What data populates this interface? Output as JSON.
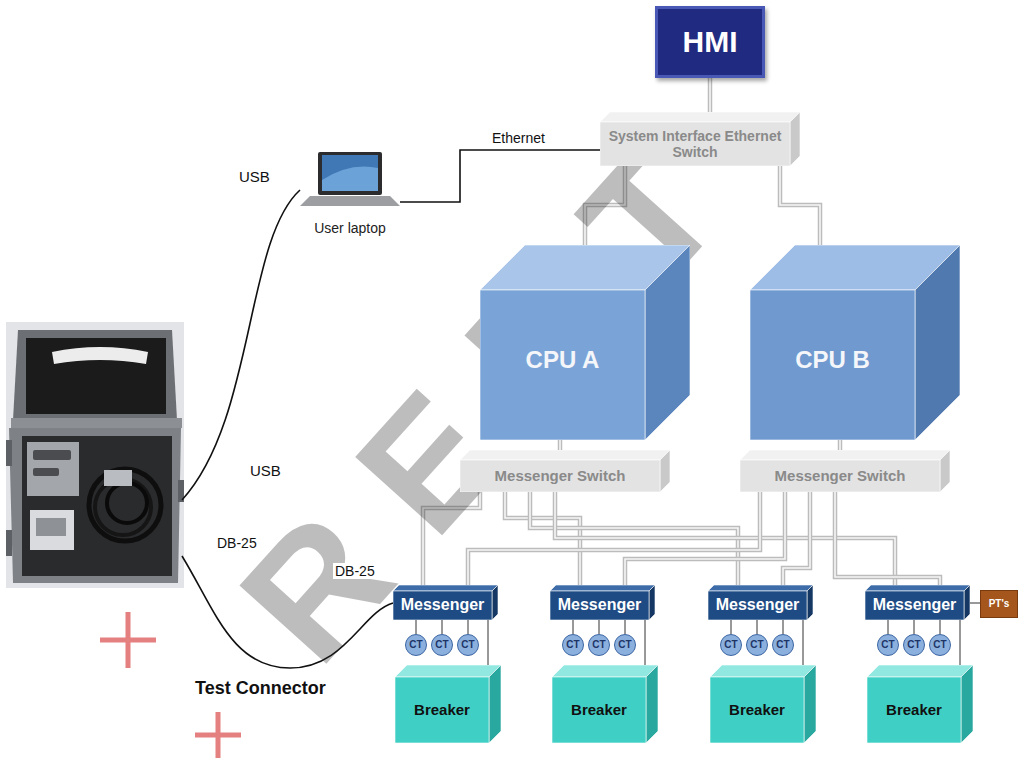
{
  "diagram": {
    "nodes": [
      {
        "text": [
          "HMI"
        ]
      },
      {
        "text": [
          "User laptop"
        ]
      },
      {
        "text": [
          "System Interface Ethernet Switch"
        ]
      },
      {
        "text": [
          "CPU A"
        ]
      },
      {
        "text": [
          "CPU B"
        ]
      },
      {
        "text": [
          "Messenger Switch"
        ]
      },
      {
        "text": [
          "Messenger Switch"
        ]
      },
      {
        "text": [
          "Messenger"
        ]
      },
      {
        "text": [
          "Messenger"
        ]
      },
      {
        "text": [
          "Messenger"
        ]
      },
      {
        "text": [
          "Messenger"
        ]
      },
      {
        "text": [
          "PT's"
        ]
      },
      {
        "text": [
          "CT"
        ]
      },
      {
        "text": [
          "CT"
        ]
      },
      {
        "text": [
          "CT"
        ]
      },
      {
        "text": [
          "CT"
        ]
      },
      {
        "text": [
          "CT"
        ]
      },
      {
        "text": [
          "CT"
        ]
      },
      {
        "text": [
          "CT"
        ]
      },
      {
        "text": [
          "CT"
        ]
      },
      {
        "text": [
          "CT"
        ]
      },
      {
        "text": [
          "CT"
        ]
      },
      {
        "text": [
          "CT"
        ]
      },
      {
        "text": [
          "CT"
        ]
      },
      {
        "text": [
          "Breaker"
        ]
      },
      {
        "text": [
          "Breaker"
        ]
      },
      {
        "text": [
          "Breaker"
        ]
      },
      {
        "text": [
          "Breaker"
        ]
      }
    ],
    "edges": [
      {
        "from": 1,
        "to": 2,
        "label": "Ethernet",
        "arrow": "none"
      },
      {
        "from": 2,
        "to": 0,
        "arrow": "none"
      },
      {
        "from": 2,
        "to": 3,
        "arrow": "none"
      },
      {
        "from": 2,
        "to": 4,
        "arrow": "none"
      },
      {
        "from": 3,
        "to": 5,
        "arrow": "none"
      },
      {
        "from": 4,
        "to": 6,
        "arrow": "none"
      },
      {
        "from": 5,
        "to": 7,
        "arrow": "none"
      },
      {
        "from": 5,
        "to": 8,
        "arrow": "none"
      },
      {
        "from": 5,
        "to": 9,
        "arrow": "none"
      },
      {
        "from": 5,
        "to": 10,
        "arrow": "none"
      },
      {
        "from": 6,
        "to": 7,
        "arrow": "none"
      },
      {
        "from": 6,
        "to": 8,
        "arrow": "none"
      },
      {
        "from": 6,
        "to": 9,
        "arrow": "none"
      },
      {
        "from": 6,
        "to": 10,
        "arrow": "none"
      },
      {
        "from": 7,
        "to": 24,
        "arrow": "none"
      },
      {
        "from": 8,
        "to": 25,
        "arrow": "none"
      },
      {
        "from": 9,
        "to": 26,
        "arrow": "none"
      },
      {
        "from": 10,
        "to": 27,
        "arrow": "none"
      },
      {
        "from": 7,
        "to": 12,
        "arrow": "none"
      },
      {
        "from": 7,
        "to": 13,
        "arrow": "none"
      },
      {
        "from": 7,
        "to": 14,
        "arrow": "none"
      },
      {
        "from": 8,
        "to": 15,
        "arrow": "none"
      },
      {
        "from": 8,
        "to": 16,
        "arrow": "none"
      },
      {
        "from": 8,
        "to": 17,
        "arrow": "none"
      },
      {
        "from": 9,
        "to": 18,
        "arrow": "none"
      },
      {
        "from": 9,
        "to": 19,
        "arrow": "none"
      },
      {
        "from": 9,
        "to": 20,
        "arrow": "none"
      },
      {
        "from": 10,
        "to": 21,
        "arrow": "none"
      },
      {
        "from": 10,
        "to": 22,
        "arrow": "none"
      },
      {
        "from": 10,
        "to": 23,
        "arrow": "none"
      },
      {
        "from": 10,
        "to": 11,
        "arrow": "none"
      }
    ],
    "labels": [
      "USB",
      "USB",
      "DB-25",
      "DB-25",
      "Test Connector",
      "RENT"
    ]
  }
}
